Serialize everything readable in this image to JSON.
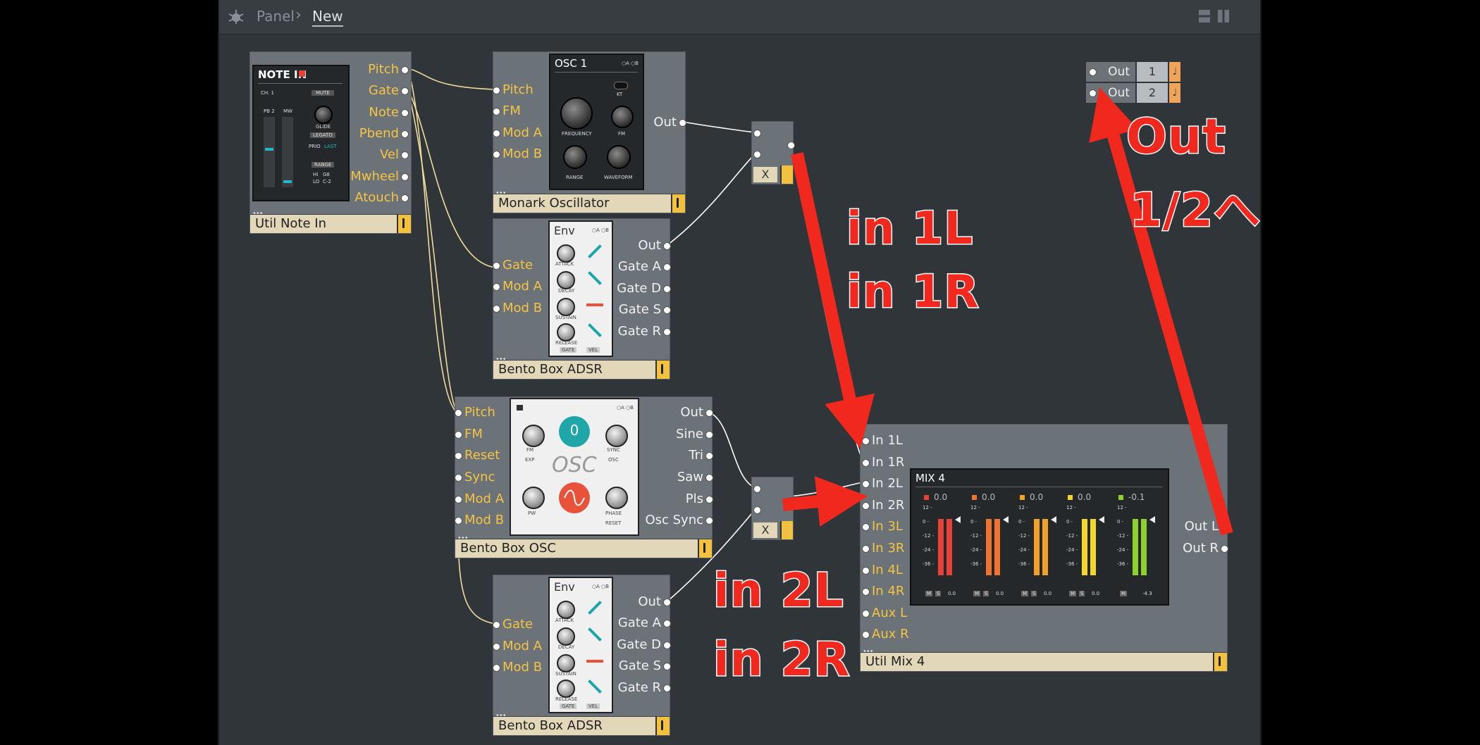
{
  "header": {
    "crumbs": [
      "Panel",
      "New"
    ]
  },
  "modules": {
    "note_in": {
      "title": "Util Note In",
      "panel_title": "NOTE IN",
      "panel_labels": [
        "CH. 1",
        "MUTE",
        "PB 2",
        "MW",
        "GLIDE",
        "LEGATO",
        "PRIO",
        "LAST",
        "RANGE",
        "HI",
        "G8",
        "LO",
        "C-2"
      ],
      "outputs": [
        "Pitch",
        "Gate",
        "Note",
        "Pbend",
        "Vel",
        "Mwheel",
        "Atouch"
      ]
    },
    "monark": {
      "title": "Monark Oscillator",
      "panel_title": "OSC 1",
      "panel_corner": "○A ○B",
      "panel_labels": [
        "KT",
        "FREQUENCY",
        "FM",
        "RANGE",
        "WAVEFORM"
      ],
      "inputs": [
        "Pitch",
        "FM",
        "Mod A",
        "Mod B"
      ],
      "outputs": [
        "Out"
      ]
    },
    "adsr1": {
      "title": "Bento Box ADSR",
      "panel_title": "Env",
      "panel_corner": "○A ○B",
      "panel_labels": [
        "ATTACK",
        "DECAY",
        "SUSTAIN",
        "RELEASE",
        "GATE",
        "VEL"
      ],
      "inputs": [
        "Gate",
        "Mod A",
        "Mod B"
      ],
      "outputs": [
        "Out",
        "Gate A",
        "Gate D",
        "Gate S",
        "Gate R"
      ]
    },
    "osc": {
      "title": "Bento Box OSC",
      "panel_corner": "○A ○B",
      "panel_big": "OSC",
      "panel_labels": [
        "FM",
        "EXP",
        "SYNC",
        "OSC",
        "PW",
        "PHASE",
        "RESET"
      ],
      "display": "0",
      "inputs": [
        "Pitch",
        "FM",
        "Reset",
        "Sync",
        "Mod A",
        "Mod B"
      ],
      "outputs": [
        "Out",
        "Sine",
        "Tri",
        "Saw",
        "Pls",
        "Osc Sync"
      ]
    },
    "adsr2": {
      "title": "Bento Box ADSR",
      "panel_title": "Env",
      "panel_corner": "○A ○B",
      "panel_labels": [
        "ATTACK",
        "DECAY",
        "SUSTAIN",
        "RELEASE",
        "GATE",
        "VEL"
      ],
      "inputs": [
        "Gate",
        "Mod A",
        "Mod B"
      ],
      "outputs": [
        "Out",
        "Gate A",
        "Gate D",
        "Gate S",
        "Gate R"
      ]
    },
    "mix4": {
      "title": "Util Mix 4",
      "panel_title": "MIX 4",
      "channels": [
        {
          "level": "0.0",
          "color": "#e8413a",
          "foot": "0.0",
          "m": "M",
          "s": "S"
        },
        {
          "level": "0.0",
          "color": "#f0742f",
          "foot": "0.0",
          "m": "M",
          "s": "S"
        },
        {
          "level": "0.0",
          "color": "#f4a227",
          "foot": "0.0",
          "m": "M",
          "s": "S"
        },
        {
          "level": "0.0",
          "color": "#f3d728",
          "foot": "0.0",
          "m": "M",
          "s": "S"
        },
        {
          "level": "-0.1",
          "color": "#8fd12b",
          "foot": "-4.3",
          "m": "M",
          "s": ""
        }
      ],
      "scale": [
        "12 -",
        "0 -",
        "-12 -",
        "-24 -",
        "-36 -"
      ],
      "inputs": [
        "In 1L",
        "In 1R",
        "In 2L",
        "In 2R",
        "In 3L",
        "In 3R",
        "In 4L",
        "In 4R",
        "Aux L",
        "Aux R"
      ],
      "outputs": [
        "Out L",
        "Out R"
      ]
    },
    "vca1": {
      "label": "X"
    },
    "vca2": {
      "label": "X"
    },
    "out1": {
      "label": "Out",
      "num": "1",
      "note": "♩"
    },
    "out2": {
      "label": "Out",
      "num": "2",
      "note": "♩"
    }
  },
  "annotations": {
    "a1": "in 1L",
    "a2": "in 1R",
    "a3": "in 2L",
    "a4": "in 2R",
    "a5": "Out",
    "a6": "1/2へ"
  },
  "colors": {
    "background": "#303539",
    "module": "#6b7278",
    "footer": "#e2d7b8",
    "port_yellow": "#f5c443",
    "wire_yellow": "#f0dc9c",
    "arrow_red": "#f0281e"
  }
}
